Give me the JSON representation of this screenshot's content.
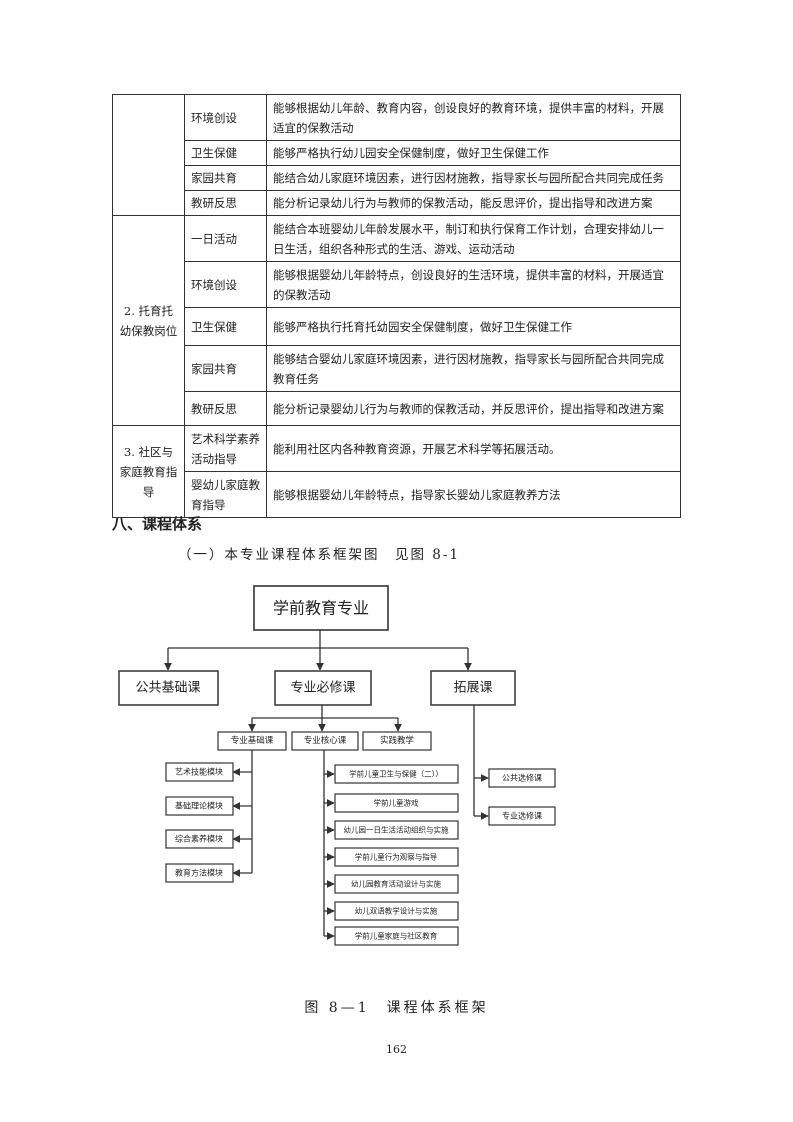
{
  "table": {
    "groups": [
      {
        "label": "",
        "rows": [
          {
            "item": "环境创设",
            "desc": "能够根据幼儿年龄、教育内容，创设良好的教育环境，提供丰富的材料，开展适宜的保教活动"
          },
          {
            "item": "卫生保健",
            "desc": "能够严格执行幼儿园安全保健制度，做好卫生保健工作"
          },
          {
            "item": "家园共育",
            "desc": "能结合幼儿家庭环境因素，进行因材施教，指导家长与园所配合共同完成任务"
          },
          {
            "item": "教研反思",
            "desc": "能分析记录幼儿行为与教师的保教活动，能反思评价，提出指导和改进方案"
          }
        ]
      },
      {
        "label": "2. 托育托幼保教岗位",
        "rows": [
          {
            "item": "一日活动",
            "desc": "能结合本班婴幼儿年龄发展水平，制订和执行保育工作计划，合理安排幼儿一日生活，组织各种形式的生活、游戏、运动活动"
          },
          {
            "item": "环境创设",
            "desc": "能够根据婴幼儿年龄特点，创设良好的生活环境，提供丰富的材料，开展适宜的保教活动"
          },
          {
            "item": "卫生保健",
            "desc": "能够严格执行托育托幼园安全保健制度，做好卫生保健工作"
          },
          {
            "item": "家园共育",
            "desc": "能够结合婴幼儿家庭环境因素，进行因材施教，指导家长与园所配合共同完成教育任务"
          },
          {
            "item": "教研反思",
            "desc": "能分析记录婴幼儿行为与教师的保教活动，并反思评价，提出指导和改进方案"
          }
        ]
      },
      {
        "label": "3. 社区与家庭教育指导",
        "rows": [
          {
            "item": "艺术科学素养活动指导",
            "desc": "能利用社区内各种教育资源，开展艺术科学等拓展活动。"
          },
          {
            "item": "婴幼儿家庭教育指导",
            "desc": "能够根据婴幼儿年龄特点，指导家长婴幼儿家庭教养方法"
          }
        ]
      }
    ]
  },
  "section_heading": "八、课程体系",
  "subsection_heading": "（一）本专业课程体系框架图　见图 8-1",
  "diagram": {
    "root": "学前教育专业",
    "level1": [
      "公共基础课",
      "专业必修课",
      "拓展课"
    ],
    "level2": [
      "专业基础课",
      "专业核心课",
      "实践教学"
    ],
    "foundation_modules": [
      "艺术技能模块",
      "基础理论模块",
      "综合素养模块",
      "教育方法模块"
    ],
    "core_courses": [
      "学前儿童卫生与保健（二））",
      "学前儿童游戏",
      "幼儿园一日生活活动组织与实施",
      "学前儿童行为观察与指导",
      "幼儿园教育活动设计与实施",
      "幼儿双语教学设计与实施",
      "学前儿童家庭与社区教育"
    ],
    "extension_courses": [
      "公共选修课",
      "专业选修课"
    ]
  },
  "figure_caption": "图 8—1　课程体系框架",
  "page_number": "162"
}
